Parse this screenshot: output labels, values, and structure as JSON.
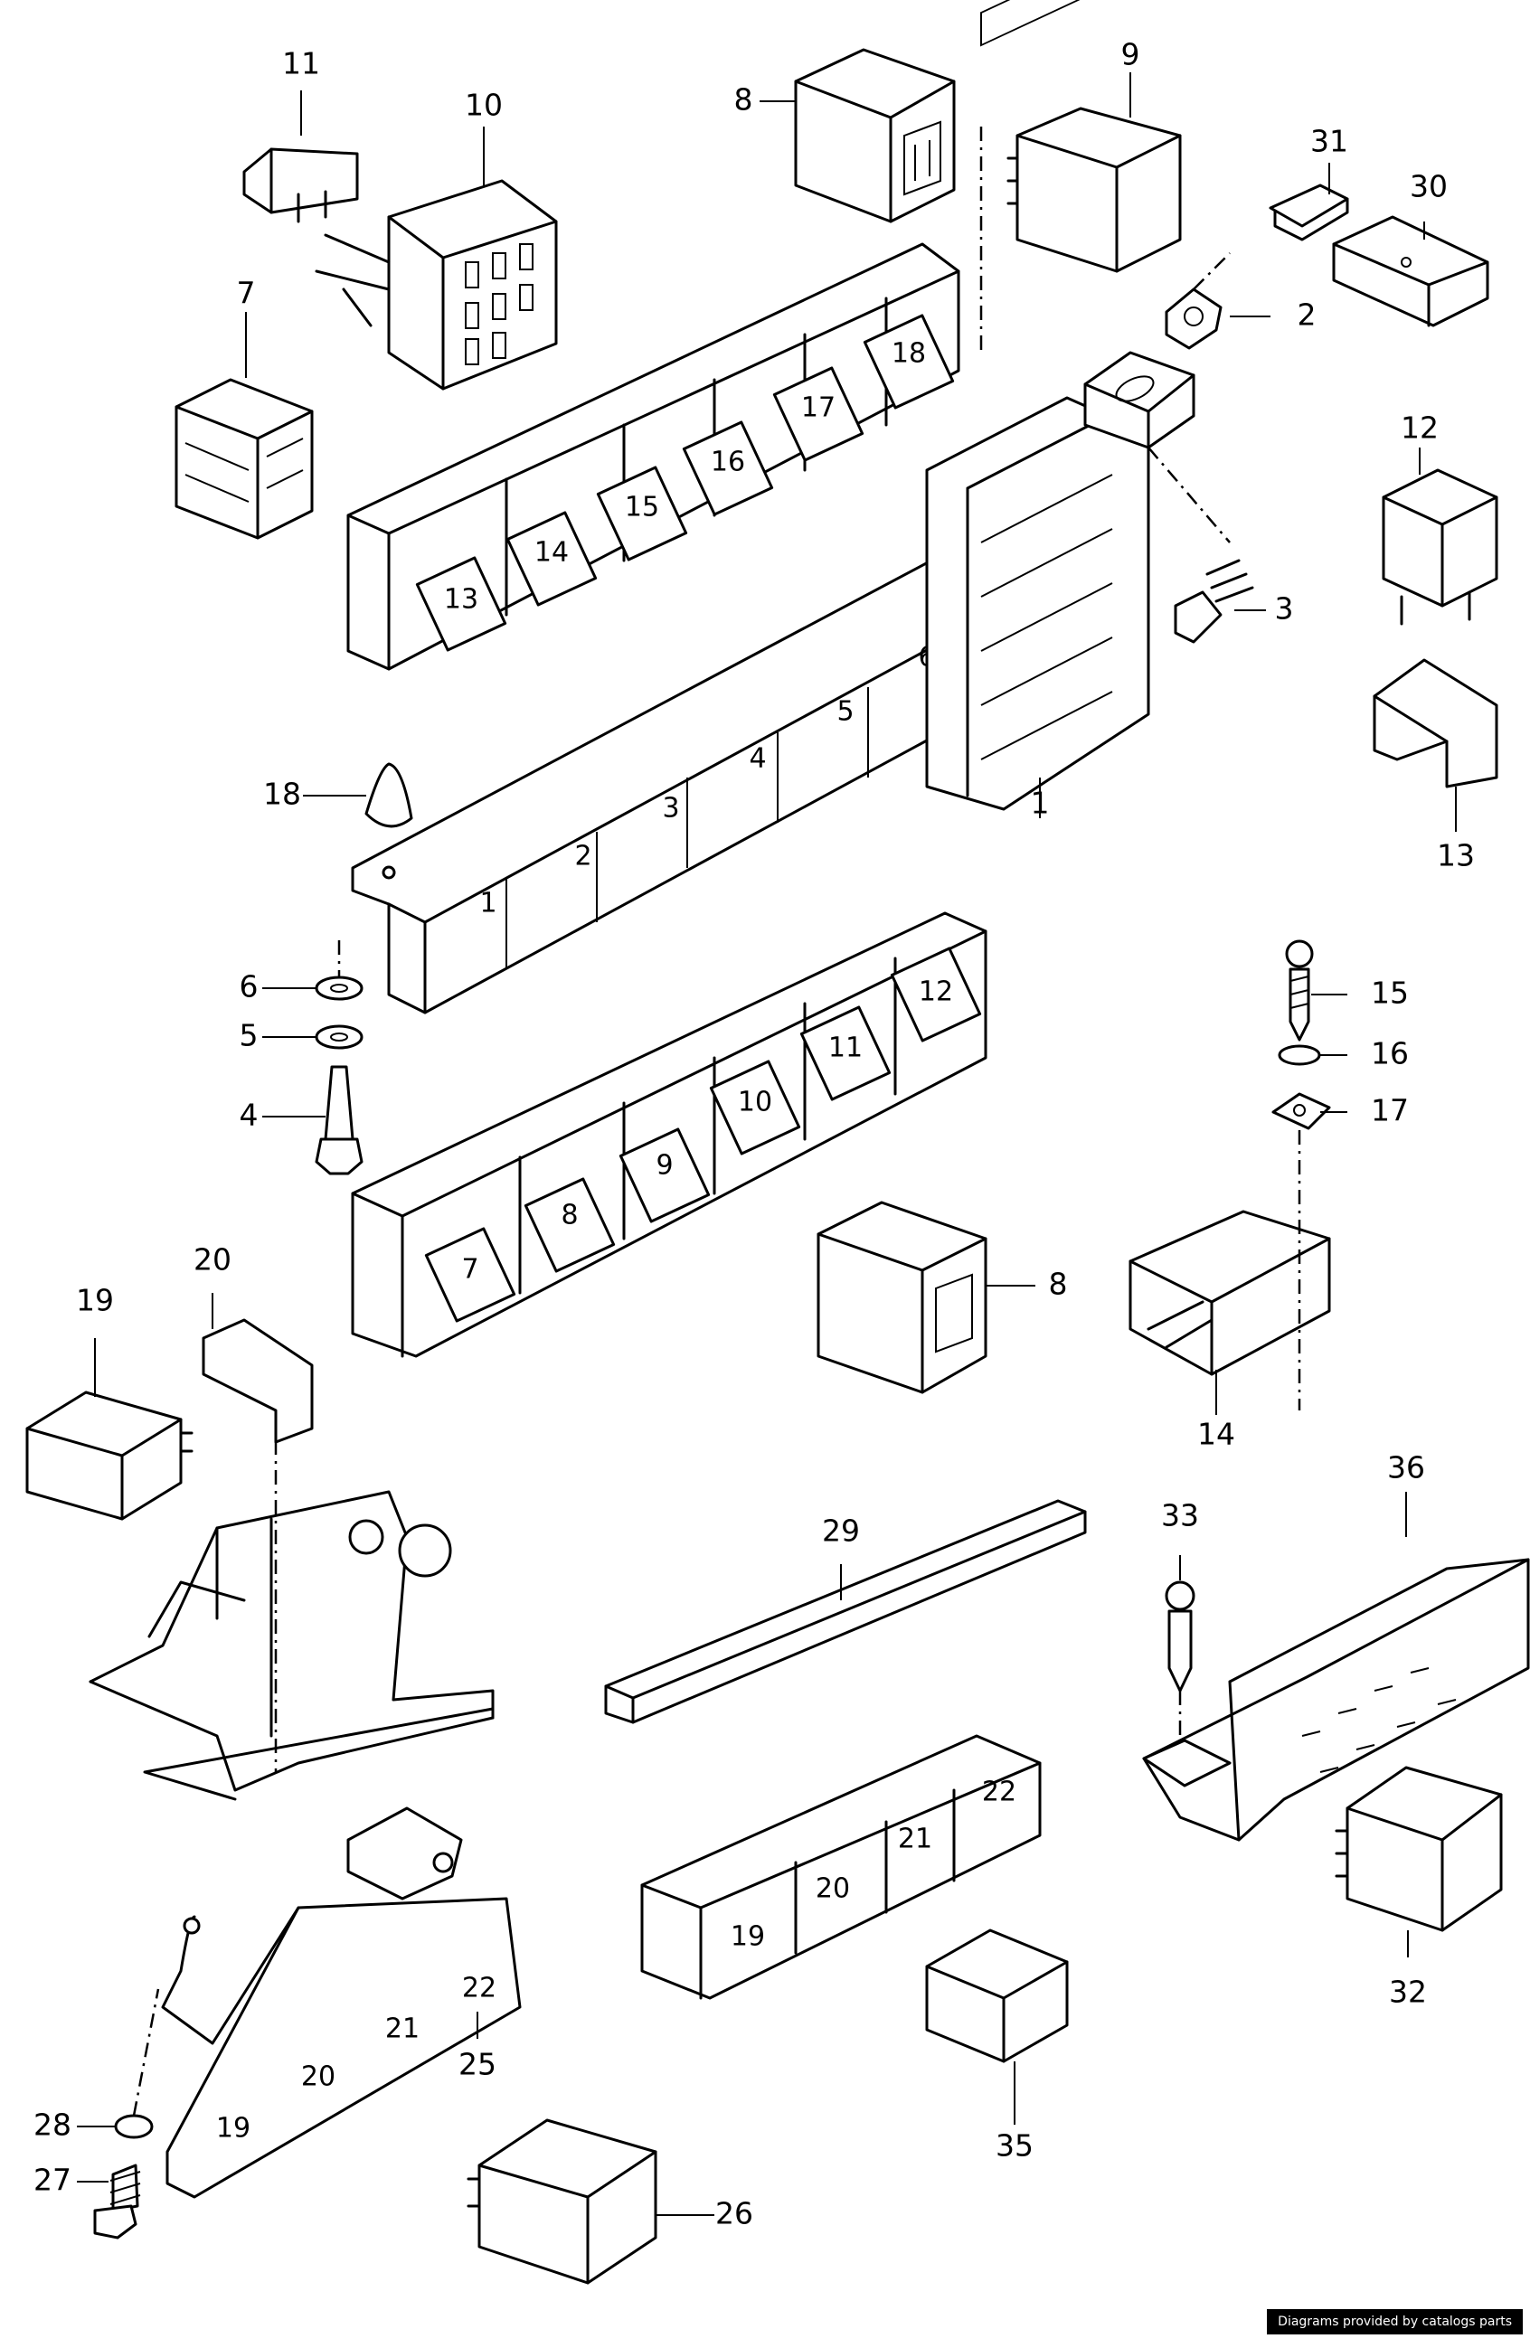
{
  "callouts": [
    "1",
    "2",
    "3",
    "4",
    "5",
    "6",
    "7",
    "8",
    "8",
    "9",
    "10",
    "11",
    "12",
    "13",
    "14",
    "15",
    "16",
    "17",
    "18",
    "19",
    "20",
    "25",
    "26",
    "27",
    "28",
    "29",
    "30",
    "31",
    "32",
    "33",
    "35",
    "36"
  ],
  "slot_labels": {
    "upper_row": [
      "13",
      "14",
      "15",
      "16",
      "17",
      "18"
    ],
    "middle_row": [
      "1",
      "2",
      "3",
      "4",
      "5",
      "6"
    ],
    "lower_row": [
      "7",
      "8",
      "9",
      "10",
      "11",
      "12"
    ],
    "small_carrier": [
      "19",
      "20",
      "21",
      "22"
    ],
    "bracket_carrier": [
      "19",
      "20",
      "21",
      "22"
    ]
  },
  "credit": "Diagrams provided by catalogs parts"
}
